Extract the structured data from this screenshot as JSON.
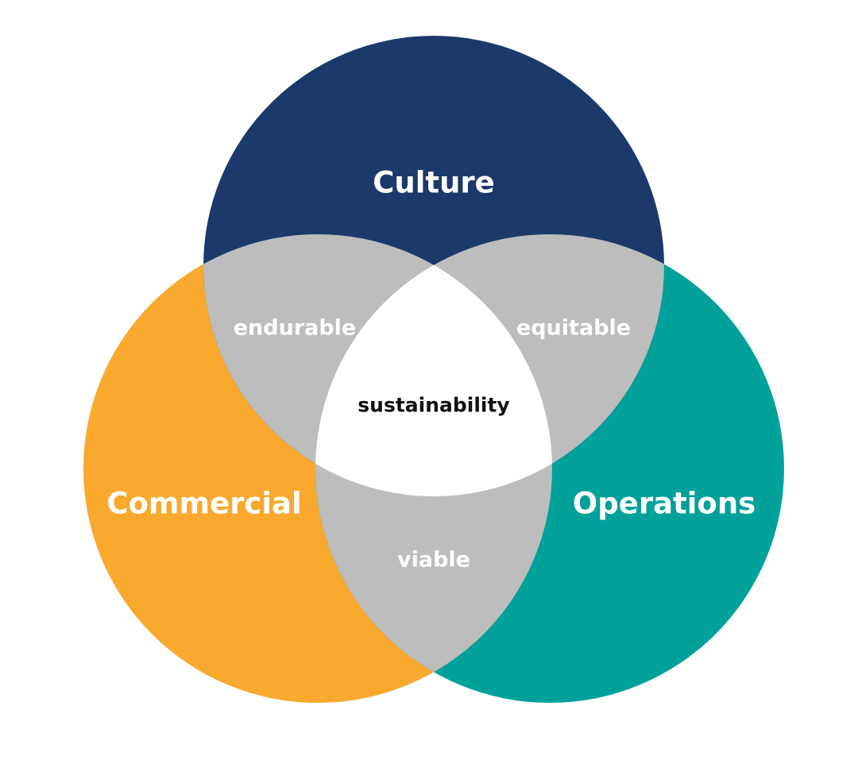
{
  "diagram": {
    "type": "venn-3",
    "sets": [
      {
        "id": "culture",
        "label": "Culture",
        "color": "#1b3a6b"
      },
      {
        "id": "commercial",
        "label": "Commercial",
        "color": "#f8a92e"
      },
      {
        "id": "operations",
        "label": "Operations",
        "color": "#00a19b"
      }
    ],
    "overlaps": {
      "culture_commercial": "endurable",
      "culture_operations": "equitable",
      "commercial_operations": "viable",
      "all": "sustainability"
    },
    "overlap_color": "#bdbdbd",
    "center_color": "#ffffff"
  }
}
